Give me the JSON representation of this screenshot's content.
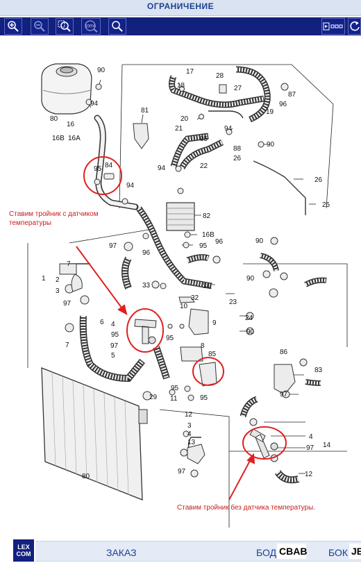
{
  "window": {
    "title": "ОГРАНИЧЕНИЕ"
  },
  "toolbar": {
    "buttons": [
      {
        "icon": "zoom-in-icon"
      },
      {
        "icon": "zoom-out-icon"
      },
      {
        "icon": "zoom-fit-icon"
      },
      {
        "icon": "zoom-100-icon",
        "label": "100%"
      },
      {
        "icon": "search-icon"
      },
      {
        "icon": "page-view-icon"
      },
      {
        "icon": "back-arrow-icon"
      }
    ]
  },
  "annotations": {
    "tee_with_sensor": "Ставим тройник с датчиком температуры",
    "tee_without_sensor": "Ставим тройник без датчика температуры."
  },
  "annotation_color": "#cc1c1c",
  "callouts": [
    "90",
    "80",
    "94",
    "16",
    "16B",
    "16A",
    "95",
    "84",
    "94",
    "81",
    "17",
    "28",
    "18",
    "27",
    "87",
    "96",
    "20",
    "19",
    "21",
    "94",
    "95",
    "88",
    "90",
    "22",
    "26",
    "94",
    "26",
    "82",
    "25",
    "16B",
    "95",
    "96",
    "97",
    "96",
    "90",
    "1",
    "7",
    "2",
    "3",
    "97",
    "33",
    "32",
    "31",
    "90",
    "23",
    "24",
    "90",
    "10",
    "9",
    "6",
    "4",
    "95",
    "97",
    "5",
    "95",
    "8",
    "85",
    "7",
    "86",
    "83",
    "97",
    "29",
    "95",
    "11",
    "95",
    "12",
    "97",
    "4",
    "14",
    "97",
    "12",
    "80",
    "3",
    "4",
    "13"
  ],
  "bottom_bar": {
    "logo_line1": "LEX",
    "logo_line2": "COM",
    "order_label": "ЗАКАЗ",
    "body_label": "БОД",
    "body_value": "CBAB",
    "side_label": "БОК",
    "side_value": "JE"
  }
}
